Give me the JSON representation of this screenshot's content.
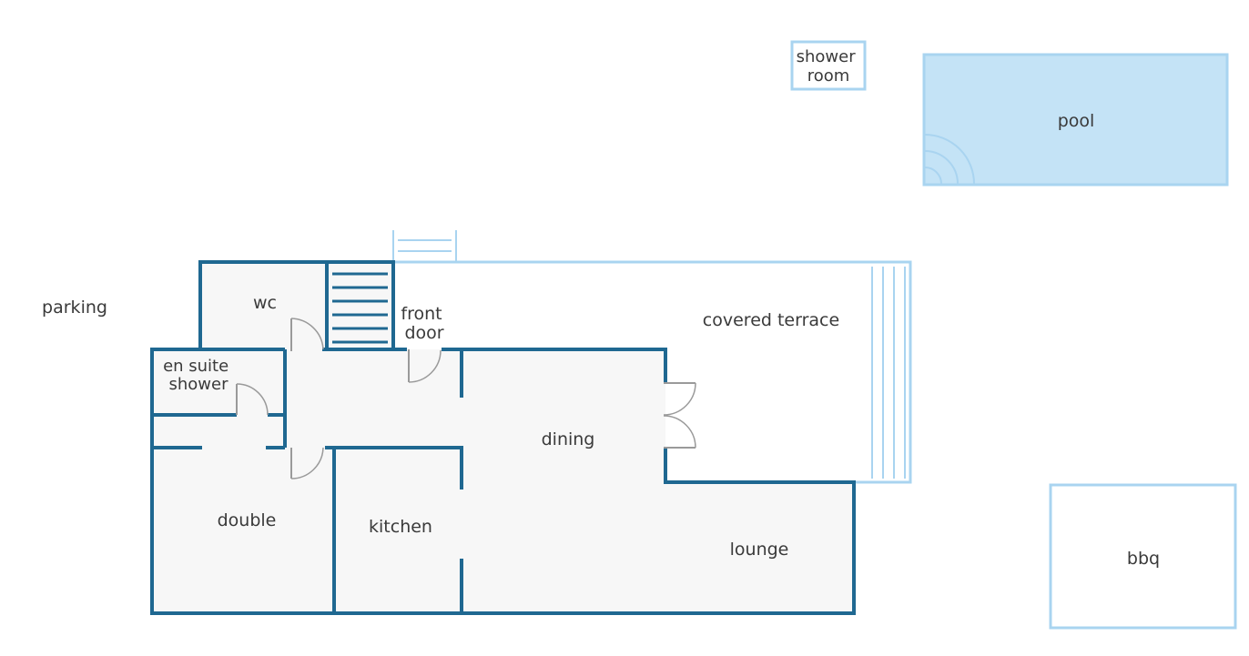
{
  "rooms": {
    "parking": "parking",
    "wc": "wc",
    "front_door": [
      "front",
      "door"
    ],
    "en_suite_shower": [
      "en suite",
      "shower"
    ],
    "covered_terrace": "covered terrace",
    "dining": "dining",
    "double": "double",
    "kitchen": "kitchen",
    "lounge": "lounge",
    "shower_room": [
      "shower",
      "room"
    ],
    "pool": "pool",
    "bbq": "bbq"
  },
  "colors": {
    "wall": "#1f6891",
    "exterior": "#a9d4f0",
    "pool_fill": "#c4e3f6",
    "floor": "#f7f7f7",
    "door": "#9a9a9a",
    "text": "#3a3a3a"
  }
}
